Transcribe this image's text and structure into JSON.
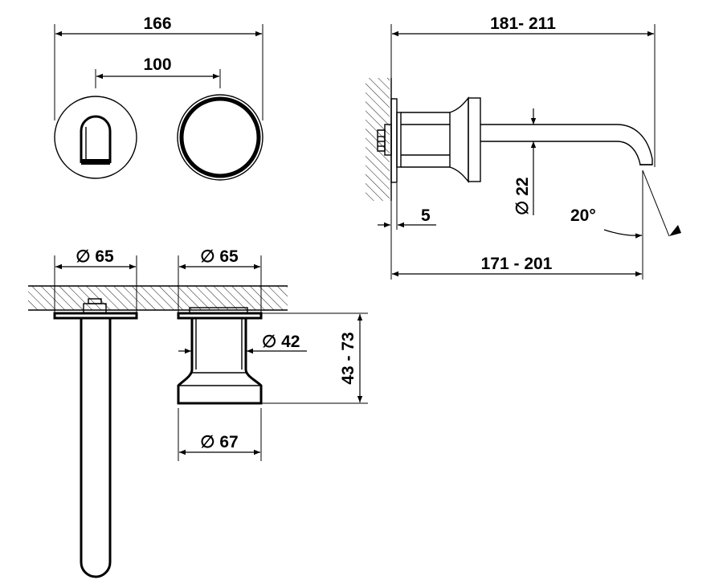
{
  "dimensions": {
    "overall_width": "166",
    "handle_spacing": "100",
    "spout_projection": "181- 211",
    "wall_clearance": "5",
    "spout_diameter": "∅ 22",
    "spout_angle": "20°",
    "spout_reach": "171 - 201",
    "spout_rosette_diameter": "∅ 65",
    "handle_rosette_diameter": "∅ 65",
    "handle_neck_diameter": "∅ 42",
    "handle_depth": "43 - 73",
    "handle_base_diameter": "∅ 67"
  }
}
